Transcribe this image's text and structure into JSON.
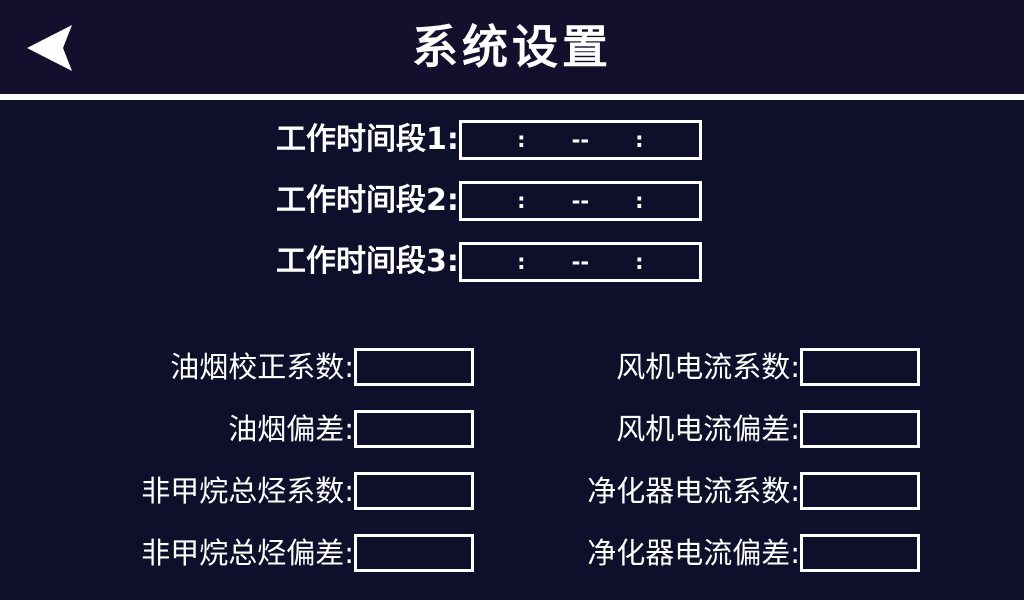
{
  "header": {
    "title": "系统设置",
    "back_icon": "back-arrow-icon"
  },
  "time_periods": {
    "rows": [
      {
        "label": "工作时间段1:",
        "start": ":",
        "separator": "--",
        "end": ":",
        "value": ":  --  :"
      },
      {
        "label": "工作时间段2:",
        "start": ":",
        "separator": "--",
        "end": ":",
        "value": ":  --  :"
      },
      {
        "label": "工作时间段3:",
        "start": ":",
        "separator": "--",
        "end": ":",
        "value": ":  --  :"
      }
    ]
  },
  "coefficients": {
    "left_column": [
      {
        "label": "油烟校正系数:",
        "value": ""
      },
      {
        "label": "油烟偏差:",
        "value": ""
      },
      {
        "label": "非甲烷总烃系数:",
        "value": ""
      },
      {
        "label": "非甲烷总烃偏差:",
        "value": ""
      }
    ],
    "right_column": [
      {
        "label": "风机电流系数:",
        "value": ""
      },
      {
        "label": "风机电流偏差:",
        "value": ""
      },
      {
        "label": "净化器电流系数:",
        "value": ""
      },
      {
        "label": "净化器电流偏差:",
        "value": ""
      }
    ]
  },
  "colors": {
    "background": "#0d0f2b",
    "header_background": "#150f2e",
    "foreground": "#ffffff",
    "divider": "#ffffff"
  }
}
